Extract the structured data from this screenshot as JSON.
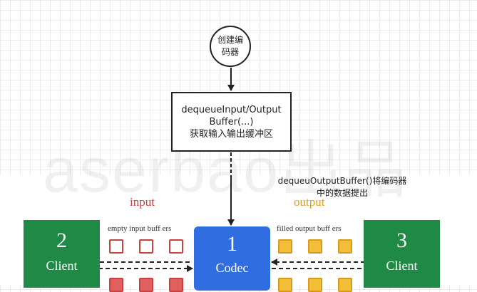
{
  "diagram": {
    "watermark": "aserbao出品",
    "start_node": "创建编码器",
    "step_box": {
      "line1": "dequeueInput/Output",
      "line2": "Buffer(...)",
      "line3": "获取输入输出缓冲区"
    },
    "note": {
      "line1": "dequeuOutputBuffer()将编码器",
      "line2": "中的数据提出"
    },
    "input_label": "input",
    "output_label": "output",
    "input_caption": "empty input buff ers",
    "output_caption": "filled output buff ers",
    "client_left": {
      "number": "2",
      "name": "Client"
    },
    "codec": {
      "number": "1",
      "name": "Codec"
    },
    "client_right": {
      "number": "3",
      "name": "Client"
    },
    "colors": {
      "client": "#1e8a45",
      "codec": "#2f6de0",
      "input": "#c94040",
      "output": "#e0a020",
      "empty_buffer": "#ffffff",
      "input_buffer": "#e06060",
      "output_buffer": "#f3bf3a"
    }
  }
}
